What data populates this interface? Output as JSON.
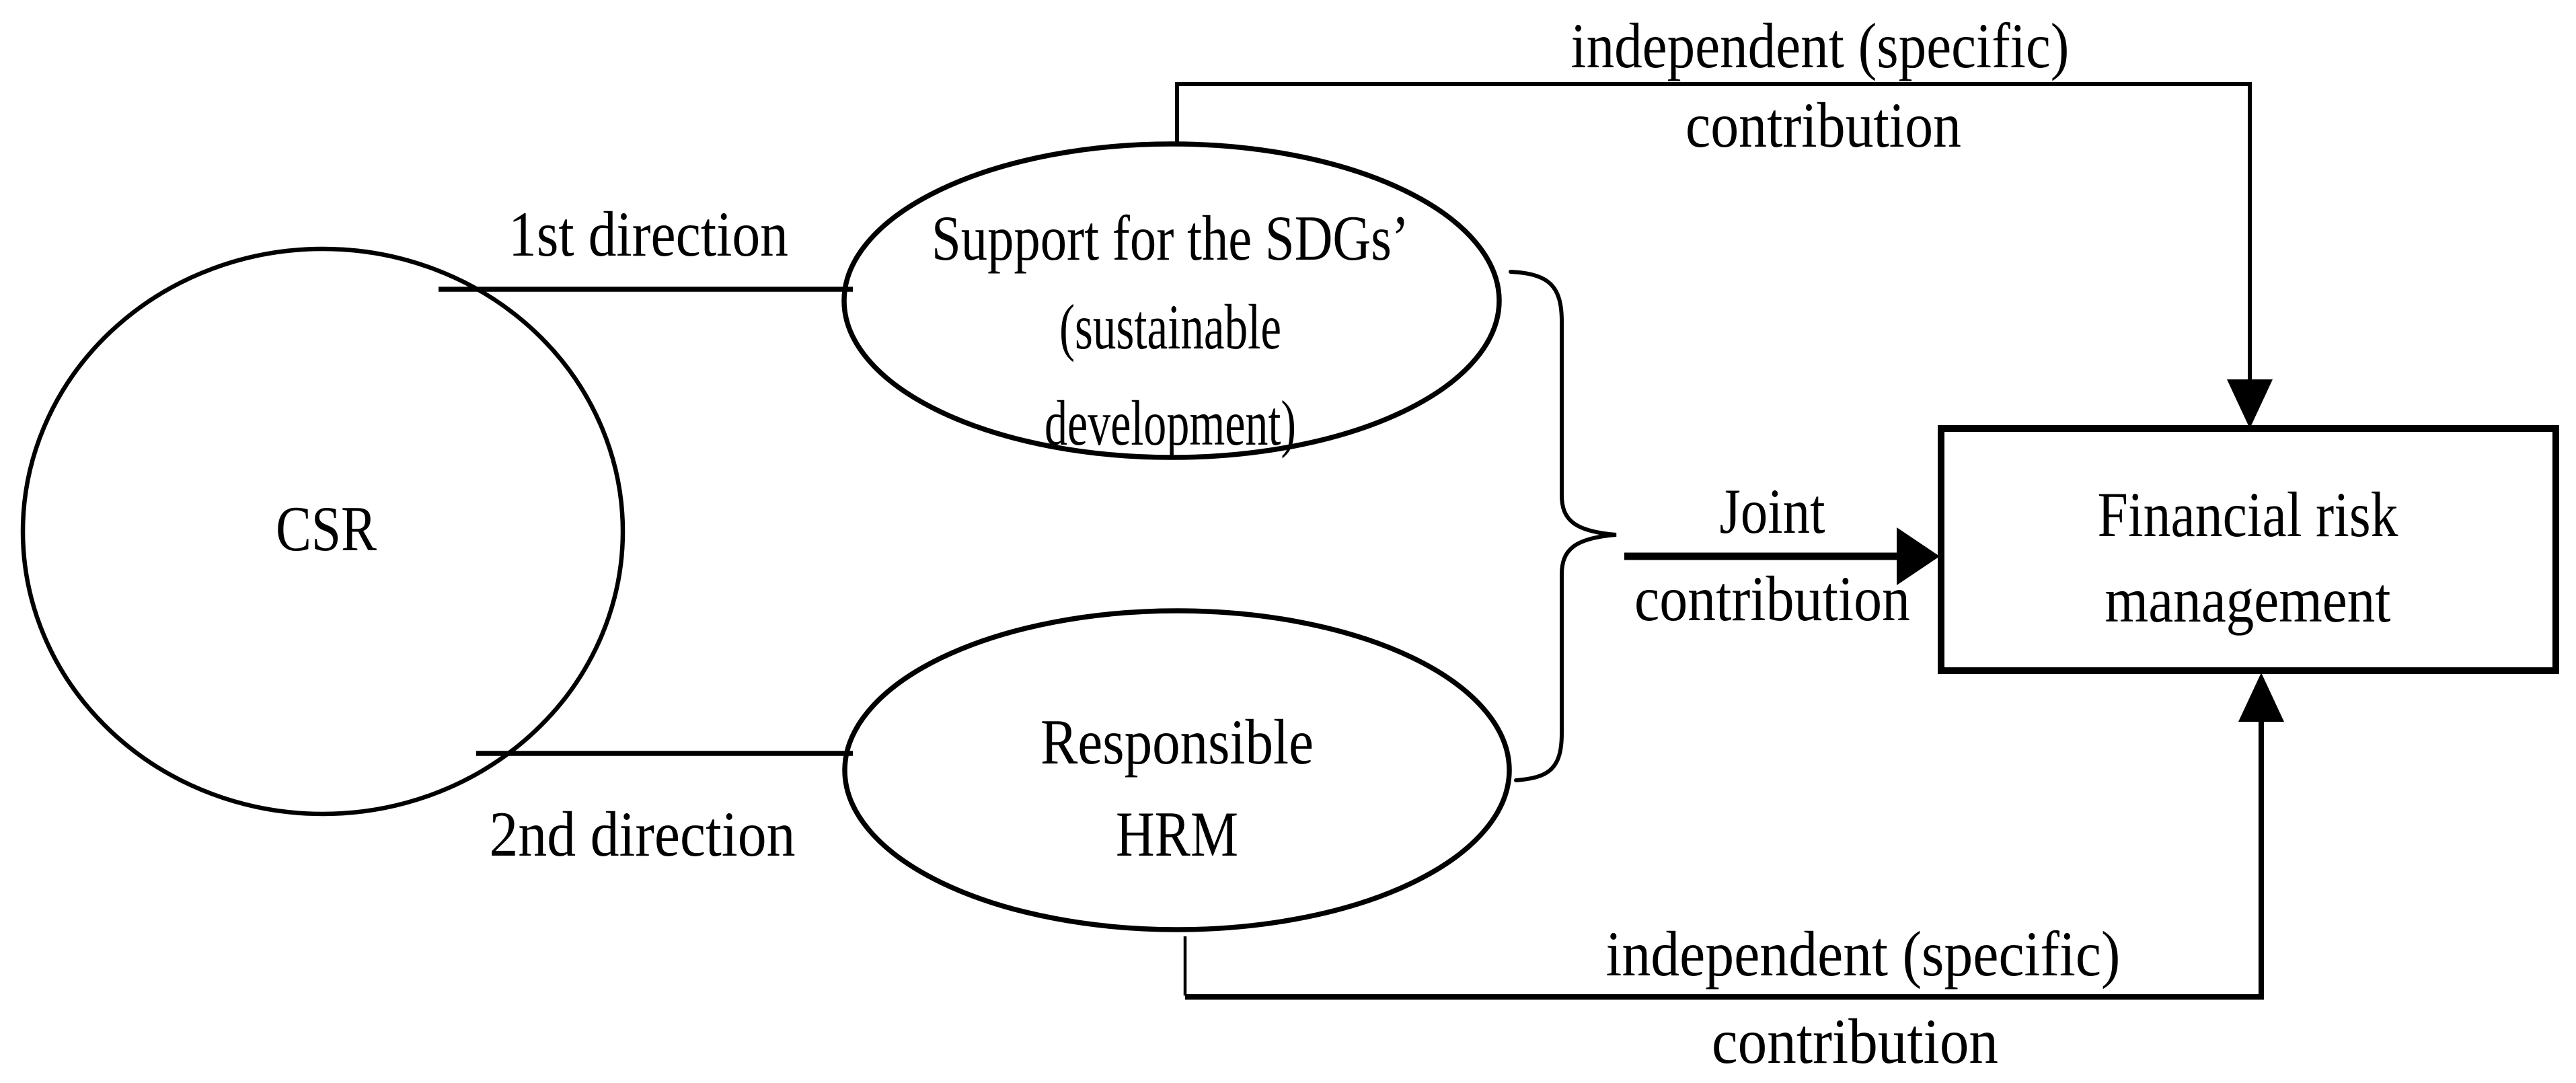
{
  "figure": {
    "background": "#ffffff",
    "ink": "#000000",
    "nodes": {
      "csr": {
        "shape": "circle",
        "label": "CSR"
      },
      "sdg": {
        "shape": "ellipse",
        "line1": "Support for the SDGs’",
        "line2": "(sustainable",
        "line3": "development)"
      },
      "hrm": {
        "shape": "ellipse",
        "line1": "Responsible",
        "line2": "HRM"
      },
      "frm": {
        "shape": "rectangle",
        "line1": "Financial risk",
        "line2": "management"
      }
    },
    "edges": {
      "csr_sdg": {
        "label": "1st direction"
      },
      "csr_hrm": {
        "label": "2nd direction"
      },
      "sdg_frm": {
        "line1": "independent (specific)",
        "line2": "contribution"
      },
      "hrm_frm": {
        "line1": "independent (specific)",
        "line2": "contribution"
      },
      "joint_frm": {
        "line1": "Joint",
        "line2": "contribution"
      }
    }
  }
}
